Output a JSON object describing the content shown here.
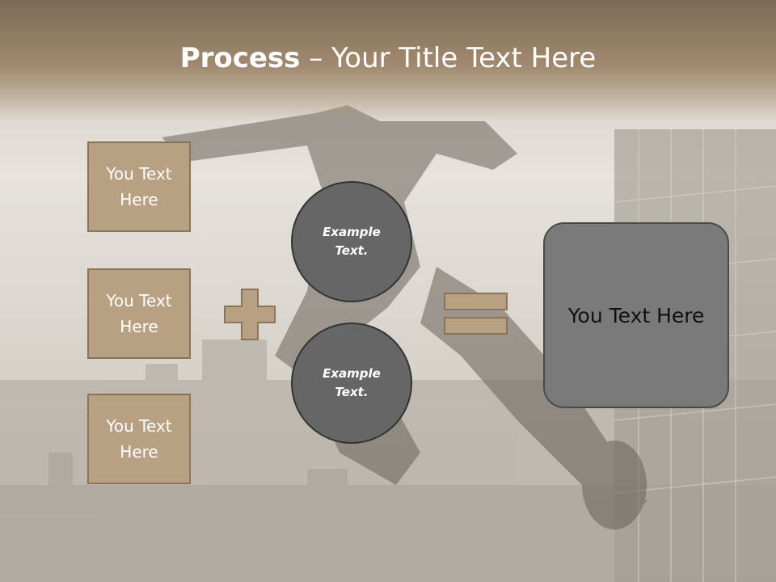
{
  "slide": {
    "title_bold": "Process",
    "title_rest": " – Your Title Text Here"
  },
  "inputs": [
    {
      "label": "You Text Here"
    },
    {
      "label": "You Text Here"
    },
    {
      "label": "You Text Here"
    }
  ],
  "circles": [
    {
      "label": "Example Text."
    },
    {
      "label": "Example Text."
    }
  ],
  "result": {
    "label": "You Text Here"
  },
  "colors": {
    "title_band": "#a18a6f",
    "box_fill": "#b8a083",
    "box_border": "#8a735a",
    "circle_fill": "#666666",
    "result_fill": "#7a7a7a"
  },
  "icons": [
    "plus-icon",
    "equals-icon"
  ]
}
